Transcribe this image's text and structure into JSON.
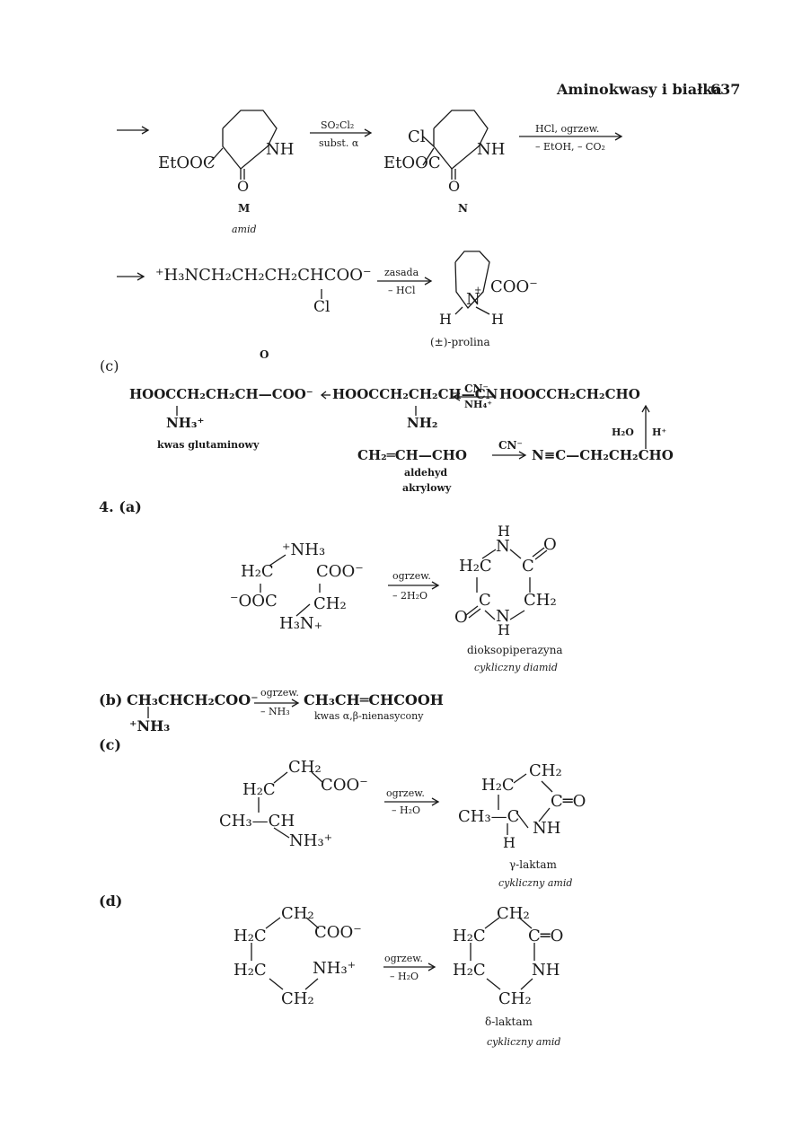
{
  "header": {
    "title": "Aminokwasy i białka",
    "page": "637"
  },
  "scheme_top": {
    "arrow_lead": "⟶",
    "M": {
      "substituent": "EtOOC",
      "nh": "NH",
      "o": "O",
      "label": "M",
      "caption": "amid"
    },
    "step1": {
      "above": "SO₂Cl₂",
      "below": "subst. α"
    },
    "N": {
      "cl": "Cl",
      "substituent": "EtOOC",
      "nh": "NH",
      "o": "O",
      "label": "N"
    },
    "step2": {
      "above": "HCl, ogrzew.",
      "below": "– EtOH, – CO₂"
    },
    "O": {
      "formula": "⁺H₃NCH₂CH₂CH₂CHCOO⁻",
      "cl": "Cl",
      "label": "O"
    },
    "step3": {
      "above": "zasada",
      "below": "– HCl"
    },
    "proline": {
      "coo": "COO⁻",
      "n": "N",
      "plus": "+",
      "h1": "H",
      "h2": "H",
      "caption": "(±)-prolina"
    }
  },
  "part_c": {
    "label": "(c)",
    "glu": {
      "formula": "HOOCCH₂CH₂CH—COO⁻",
      "nh3": "NH₃⁺",
      "caption": "kwas glutaminowy"
    },
    "back_arrow": "←",
    "nitrile": {
      "formula": "HOOCCH₂CH₂CH—CN",
      "nh2": "NH₂"
    },
    "cn_reagent": {
      "above": "CN⁻",
      "below": "NH₄⁺"
    },
    "aldehyde_acid": "HOOCCH₂CH₂CHO",
    "hydrolysis": {
      "left": "H₂O",
      "right": "H⁺"
    },
    "acrolein": {
      "formula": "CH₂═CH—CHO",
      "caption1": "aldehyd",
      "caption2": "akrylowy"
    },
    "cn2": "CN⁻",
    "cyano_ald": "N≡C—CH₂CH₂CHO"
  },
  "part_4a": {
    "label": "4. (a)",
    "reactant": {
      "nh3": "⁺NH₃",
      "h2c": "H₂C",
      "coo": "COO⁻",
      "ooc": "⁻OOC",
      "ch2": "CH₂",
      "h3n": "H₃N₊"
    },
    "step": {
      "above": "ogrzew.",
      "below": "– 2H₂O"
    },
    "product": {
      "h_top": "H",
      "n_top": "N",
      "o_right": "O",
      "h2c": "H₂C",
      "c_right": "C",
      "c_left": "C",
      "ch2": "CH₂",
      "o_left": "O",
      "n_bot": "N",
      "h_bot": "H"
    },
    "caption1": "dioksopiperazyna",
    "caption2": "cykliczny diamid"
  },
  "part_4b": {
    "label": "(b)",
    "reactant": "CH₃CHCH₂COO⁻",
    "nh3": "⁺NH₃",
    "step": {
      "above": "ogrzew.",
      "below": "– NH₃"
    },
    "product": "CH₃CH═CHCOOH",
    "caption": "kwas α,β-nienasycony"
  },
  "part_4c": {
    "label": "(c)",
    "reactant": {
      "ch2": "CH₂",
      "h2c": "H₂C",
      "coo": "COO⁻",
      "ch3ch": "CH₃—CH",
      "nh3": "NH₃⁺"
    },
    "step": {
      "above": "ogrzew.",
      "below": "– H₂O"
    },
    "product": {
      "ch2": "CH₂",
      "h2c": "H₂C",
      "co": "C═O",
      "ch3c": "CH₃—C",
      "nh": "NH",
      "h": "H"
    },
    "caption1": "γ-laktam",
    "caption2": "cykliczny amid"
  },
  "part_4d": {
    "label": "(d)",
    "reactant": {
      "ch2_top": "CH₂",
      "h2c_1": "H₂C",
      "coo": "COO⁻",
      "h2c_2": "H₂C",
      "nh3": "NH₃⁺",
      "ch2_bot": "CH₂"
    },
    "step": {
      "above": "ogrzew.",
      "below": "– H₂O"
    },
    "product": {
      "ch2_top": "CH₂",
      "h2c_1": "H₂C",
      "co": "C═O",
      "h2c_2": "H₂C",
      "nh": "NH",
      "ch2_bot": "CH₂"
    },
    "caption1": "δ-laktam",
    "caption2": "cykliczny amid"
  }
}
